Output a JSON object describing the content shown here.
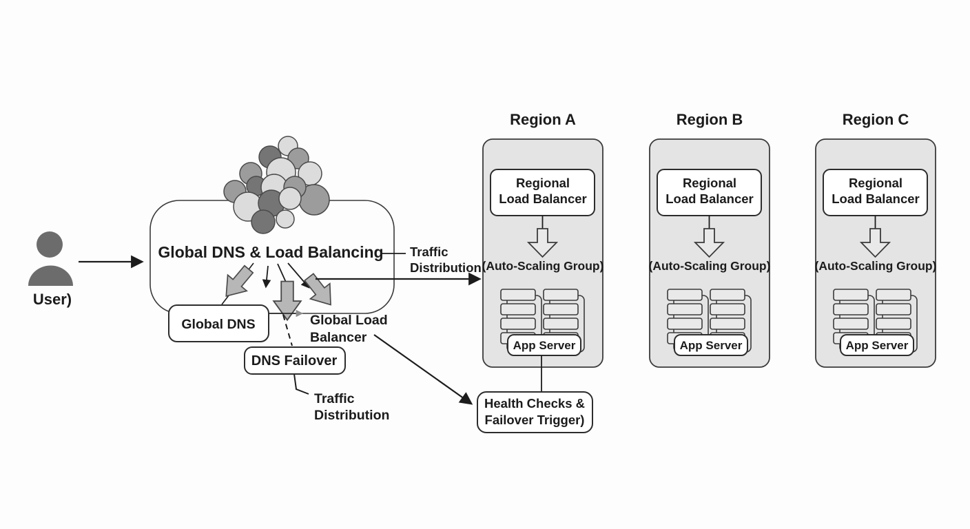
{
  "user": {
    "label": "User)"
  },
  "hub": {
    "title": "Global DNS & Load Balancing",
    "traffic_distribution_right": {
      "line1": "Traffic",
      "line2": "Distribution"
    },
    "global_dns_label": "Global DNS",
    "global_load_balancer": {
      "line1": "Global Load",
      "line2": "Balancer"
    },
    "dns_failover_label": "DNS Failover",
    "traffic_distribution_bottom": {
      "line1": "Traffic",
      "line2": "Distribution"
    }
  },
  "health_checks": {
    "line1": "Health Checks &",
    "line2": "Failover Trigger)"
  },
  "regions": [
    {
      "name": "Region A",
      "lb_line1": "Regional",
      "lb_line2": "Load Balancer",
      "autoscaling_label": "(Auto-Scaling Group)",
      "app_server_label": "App Server"
    },
    {
      "name": "Region B",
      "lb_line1": "Regional",
      "lb_line2": "Load Balancer",
      "autoscaling_label": "(Auto-Scaling Group)",
      "app_server_label": "App Server"
    },
    {
      "name": "Region C",
      "lb_line1": "Regional",
      "lb_line2": "Load Balancer",
      "autoscaling_label": "(Auto-Scaling Group)",
      "app_server_label": "App Server"
    }
  ],
  "colors": {
    "background": "#fdfdfd",
    "region_fill": "#e4e4e4",
    "stroke_dark": "#2c2c2c",
    "block_arrow_fill": "#b7b7b7",
    "person_icon_gray": "#6c6c6c",
    "cloud_light": "#dcdcdc",
    "cloud_mid": "#9c9c9c",
    "cloud_dark": "#757575"
  }
}
